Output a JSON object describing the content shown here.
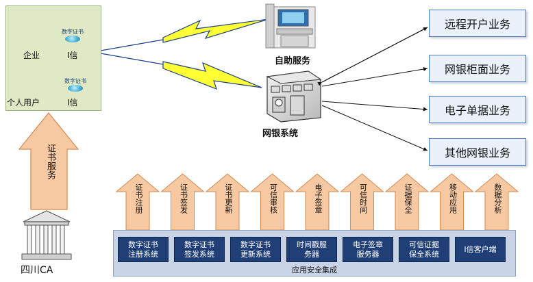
{
  "client_panel": {
    "enterprise_label": "企业",
    "personal_label": "个人用户",
    "cert_label": "数字证书",
    "ishield_label": "I信"
  },
  "self_service_label": "自助服务",
  "bank_system_label": "网银系统",
  "services": [
    "远程开户业务",
    "网银柜面业务",
    "电子单据业务",
    "其他网银业务"
  ],
  "cert_service_label": "证书服务",
  "ca_label": "四川CA",
  "apps": [
    "证书注册",
    "证书签发",
    "证书更新",
    "可信审核",
    "电子签章",
    "可信时间",
    "证据保全",
    "移动应用",
    "数据分析"
  ],
  "components": [
    {
      "line1": "数字证书",
      "line2": "注册系统"
    },
    {
      "line1": "数字证书",
      "line2": "签发系统"
    },
    {
      "line1": "数字证书",
      "line2": "更新系统"
    },
    {
      "line1": "时间戳服",
      "line2": "务器"
    },
    {
      "line1": "电子签章",
      "line2": "服务器"
    },
    {
      "line1": "可信证据",
      "line2": "保全系统"
    },
    {
      "line1": "I信客户端",
      "line2": ""
    }
  ],
  "integration_label": "应用安全集成",
  "colors": {
    "orange_arrow": "#f6c9a3",
    "arrow_stroke": "#d58a52",
    "bolt_fill": "#ffff33",
    "bolt_stroke": "#1c3f8a",
    "panel_green": "#dfe9c6",
    "component_navy": "#1f3f76"
  }
}
